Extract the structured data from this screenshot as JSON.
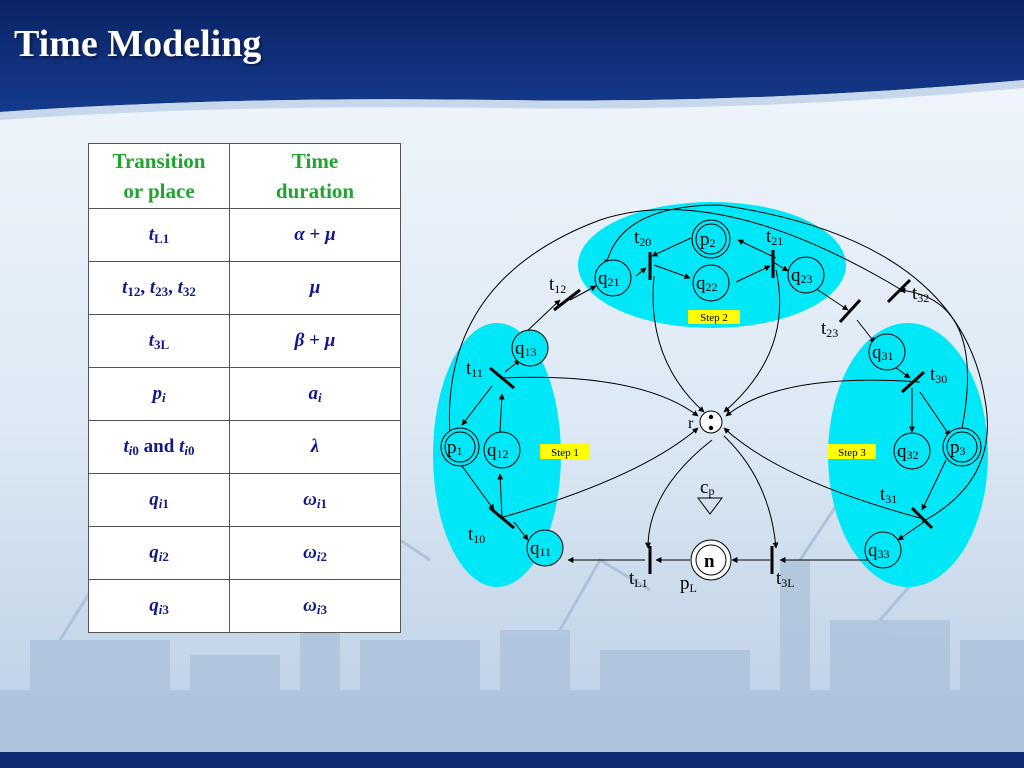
{
  "title": "Time Modeling",
  "colors": {
    "header": "#0d2a73",
    "header_title": "#ffffff",
    "table_header": "#1fa52d",
    "table_text": "#10188a",
    "step_region": "#00e8f8",
    "step_label_bg": "#ffff00"
  },
  "table": {
    "headers": [
      {
        "line1": "Transition",
        "line2": "or place"
      },
      {
        "line1": "Time",
        "line2": "duration"
      }
    ],
    "rows": [
      {
        "left": {
          "base": "t",
          "sub": "L1"
        },
        "right": {
          "a": "α",
          "op": "+",
          "b": "μ"
        }
      },
      {
        "left": {
          "t1": "t",
          "s1": "12",
          "sep1": ", ",
          "t2": "t",
          "s2": "23",
          "sep2": ", ",
          "t3": "t",
          "s3": "32"
        },
        "right": {
          "sym": "μ"
        }
      },
      {
        "left": {
          "base": "t",
          "sub": "3L"
        },
        "right": {
          "a": "β",
          "op": "+",
          "b": "μ"
        }
      },
      {
        "left": {
          "base": "p",
          "sub": "i"
        },
        "right": {
          "base": "a",
          "sub": "i"
        }
      },
      {
        "left": {
          "t1": "t",
          "s1a": "i",
          "s1b": "0",
          "mid": " and ",
          "t2": "t",
          "s2a": "i",
          "s2b": "0"
        },
        "right": {
          "sym": "λ"
        }
      },
      {
        "left": {
          "base": "q",
          "sub_i": "i",
          "sub_n": "1"
        },
        "right": {
          "base": "ω",
          "sub_i": "i",
          "sub_n": "1"
        }
      },
      {
        "left": {
          "base": "q",
          "sub_i": "i",
          "sub_n": "2"
        },
        "right": {
          "base": "ω",
          "sub_i": "i",
          "sub_n": "2"
        }
      },
      {
        "left": {
          "base": "q",
          "sub_i": "i",
          "sub_n": "3"
        },
        "right": {
          "base": "ω",
          "sub_i": "i",
          "sub_n": "3"
        }
      }
    ]
  },
  "diagram": {
    "steps": {
      "step1": "Step 1",
      "step2": "Step 2",
      "step3": "Step 3"
    },
    "places": {
      "p1": {
        "base": "p",
        "sub": "1"
      },
      "p2": {
        "base": "p",
        "sub": "2"
      },
      "p3": {
        "base": "p",
        "sub": "3"
      },
      "q11": {
        "base": "q",
        "sub": "11"
      },
      "q12": {
        "base": "q",
        "sub": "12"
      },
      "q13": {
        "base": "q",
        "sub": "13"
      },
      "q21": {
        "base": "q",
        "sub": "21"
      },
      "q22": {
        "base": "q",
        "sub": "22"
      },
      "q23": {
        "base": "q",
        "sub": "23"
      },
      "q31": {
        "base": "q",
        "sub": "31"
      },
      "q32": {
        "base": "q",
        "sub": "32"
      },
      "q33": {
        "base": "q",
        "sub": "33"
      },
      "n": {
        "base": "n"
      },
      "r": {
        "base": "r"
      }
    },
    "transitions": {
      "t10": {
        "base": "t",
        "sub": "10"
      },
      "t11": {
        "base": "t",
        "sub": "11"
      },
      "t12": {
        "base": "t",
        "sub": "12"
      },
      "t20": {
        "base": "t",
        "sub": "20"
      },
      "t21": {
        "base": "t",
        "sub": "21"
      },
      "t23": {
        "base": "t",
        "sub": "23"
      },
      "t30": {
        "base": "t",
        "sub": "30"
      },
      "t31": {
        "base": "t",
        "sub": "31"
      },
      "t32": {
        "base": "t",
        "sub": "32"
      },
      "tL1": {
        "base": "t",
        "sub": "L1"
      },
      "t3L": {
        "base": "t",
        "sub": "3L"
      }
    },
    "labels": {
      "pL": {
        "base": "p",
        "sub": "L"
      },
      "cp": {
        "base": "c",
        "sub": "p"
      }
    }
  }
}
